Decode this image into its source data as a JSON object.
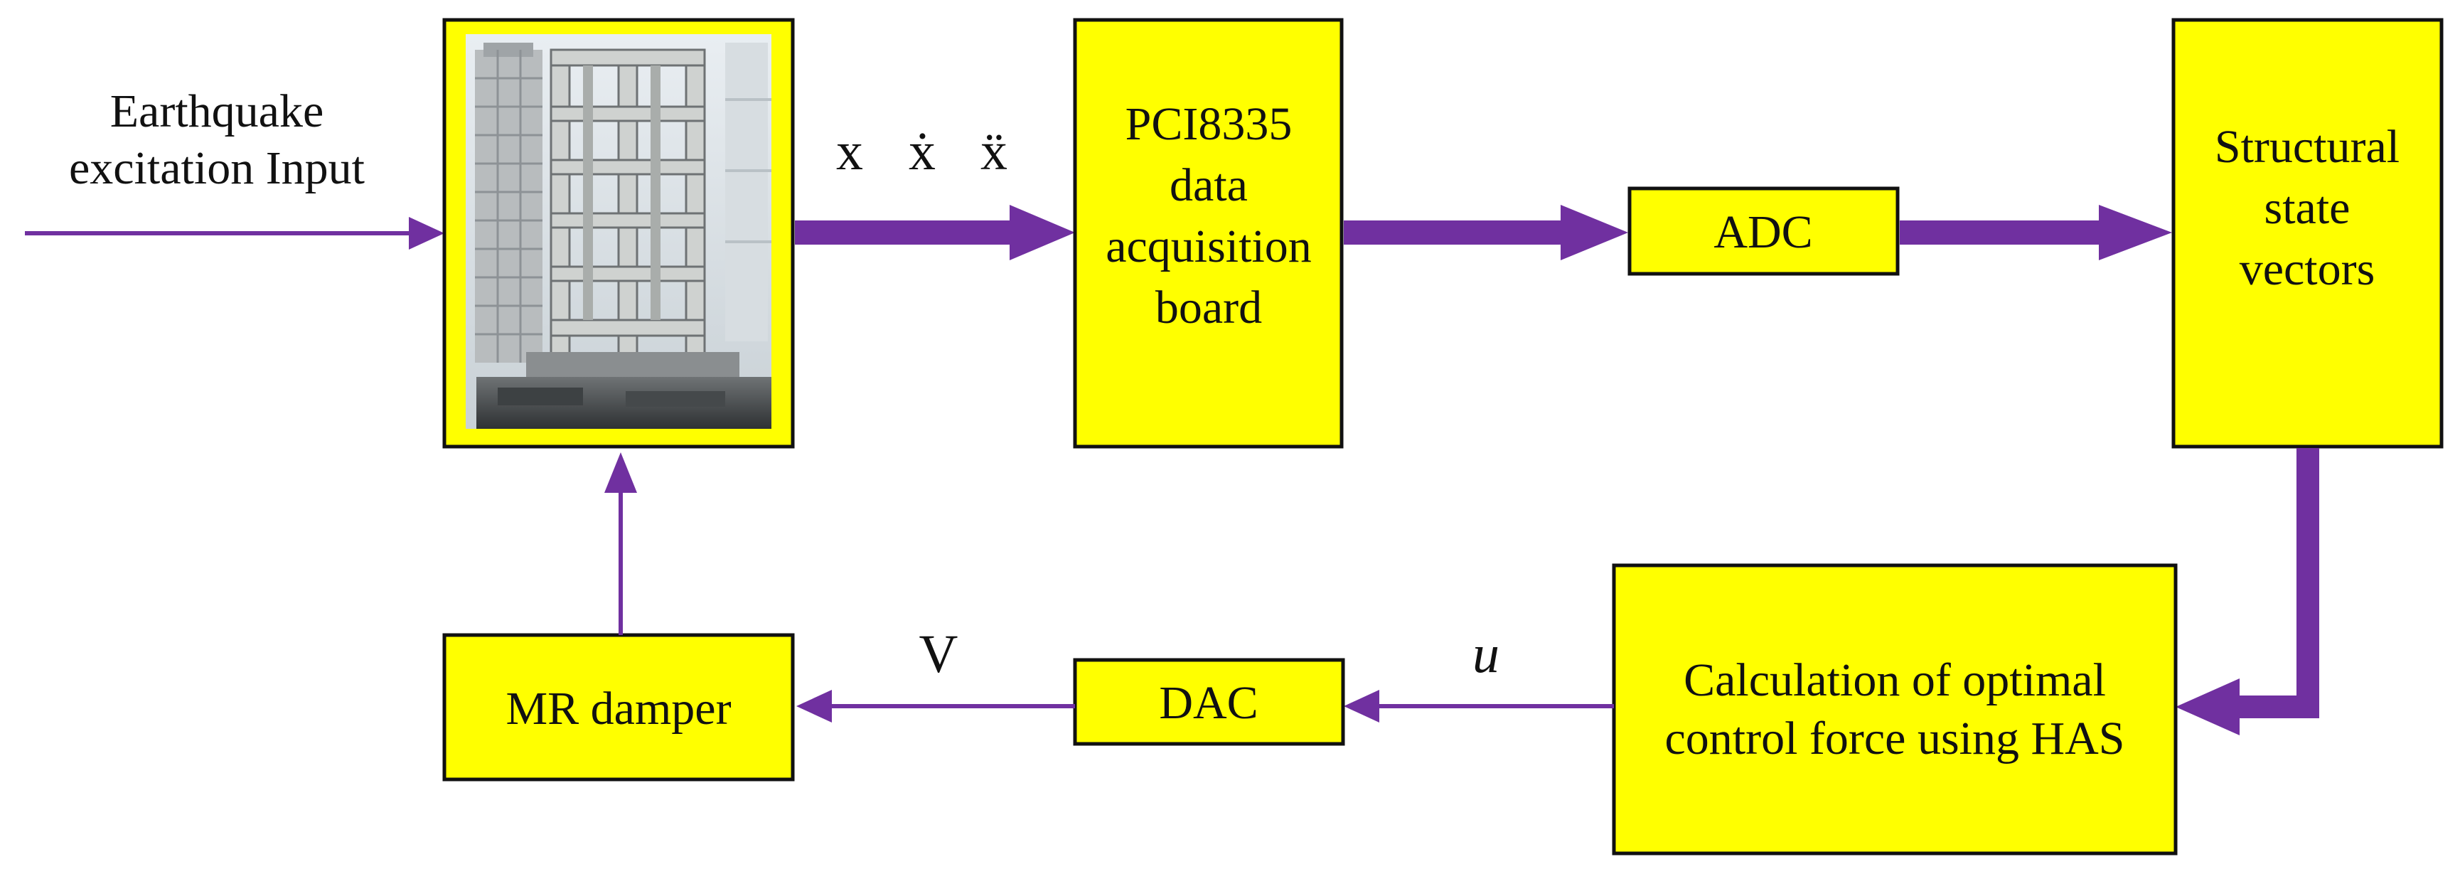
{
  "colors": {
    "box_fill": "#ffff00",
    "box_stroke": "#111111",
    "arrow": "#7030a0",
    "text": "#111111",
    "background": "#ffffff"
  },
  "input": {
    "line1": "Earthquake",
    "line2": "excitation Input"
  },
  "structure": {
    "photo": "building-model-photo"
  },
  "signals": {
    "displacement": "x",
    "velocity": "ẋ",
    "acceleration": "ẍ",
    "voltage": "V",
    "control": "u"
  },
  "boxes": {
    "pci": {
      "line1": "PCI8335",
      "line2": "data",
      "line3": "acquisition",
      "line4": "board"
    },
    "adc": {
      "label": "ADC"
    },
    "state": {
      "line1": "Structural",
      "line2": "state",
      "line3": "vectors"
    },
    "calc": {
      "line1": "Calculation of optimal",
      "line2": "control force using HAS"
    },
    "dac": {
      "label": "DAC"
    },
    "mr": {
      "label": "MR damper"
    }
  }
}
